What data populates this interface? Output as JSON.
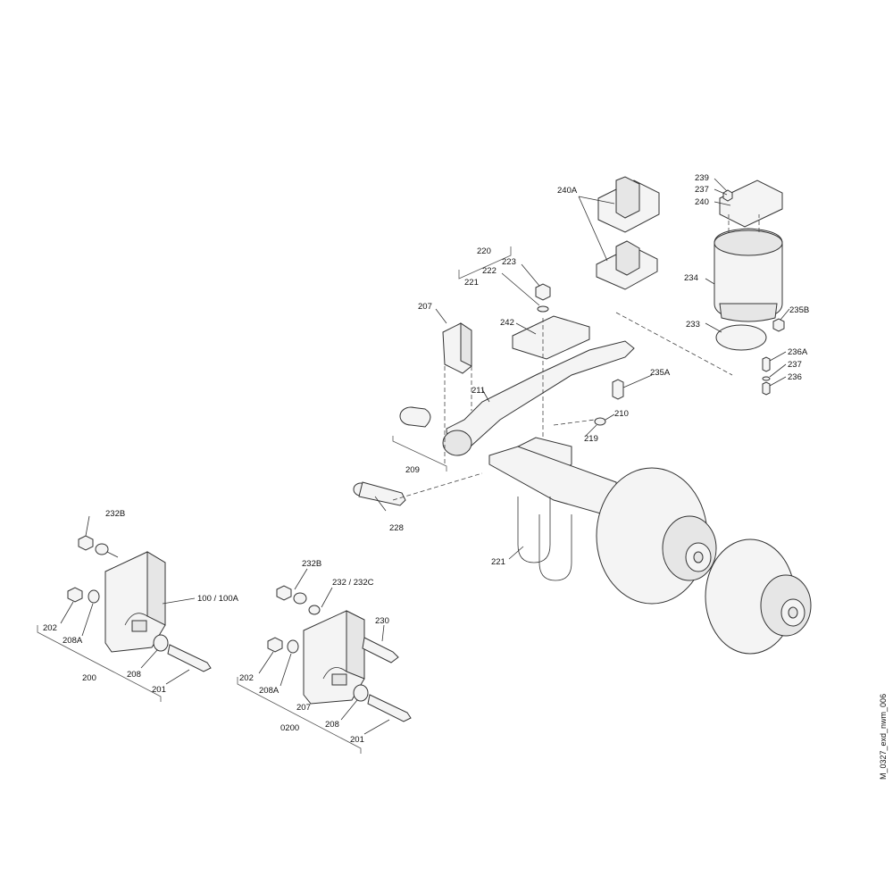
{
  "drawing_id": "M_0327_exd_nwm_006",
  "labels": {
    "l232B_a": "232B",
    "l202_a": "202",
    "l208A_a": "208A",
    "l100": "100 / 100A",
    "l200": "200",
    "l208_a": "208",
    "l201_a": "201",
    "l232B_b": "232B",
    "l232": "232 / 232C",
    "l230": "230",
    "l202_b": "202",
    "l208A_b": "208A",
    "l207_b": "207",
    "l0200": "0200",
    "l208_b": "208",
    "l201_b": "201",
    "l207_a": "207",
    "l220": "220",
    "l221_a": "221",
    "l222": "222",
    "l223": "223",
    "l242": "242",
    "l211": "211",
    "l209": "209",
    "l228": "228",
    "l235A": "235A",
    "l210": "210",
    "l219": "219",
    "l221_b": "221",
    "l240A": "240A",
    "l239": "239",
    "l237_a": "237",
    "l240": "240",
    "l234": "234",
    "l235B": "235B",
    "l233": "233",
    "l236A": "236A",
    "l237_b": "237",
    "l236": "236"
  }
}
